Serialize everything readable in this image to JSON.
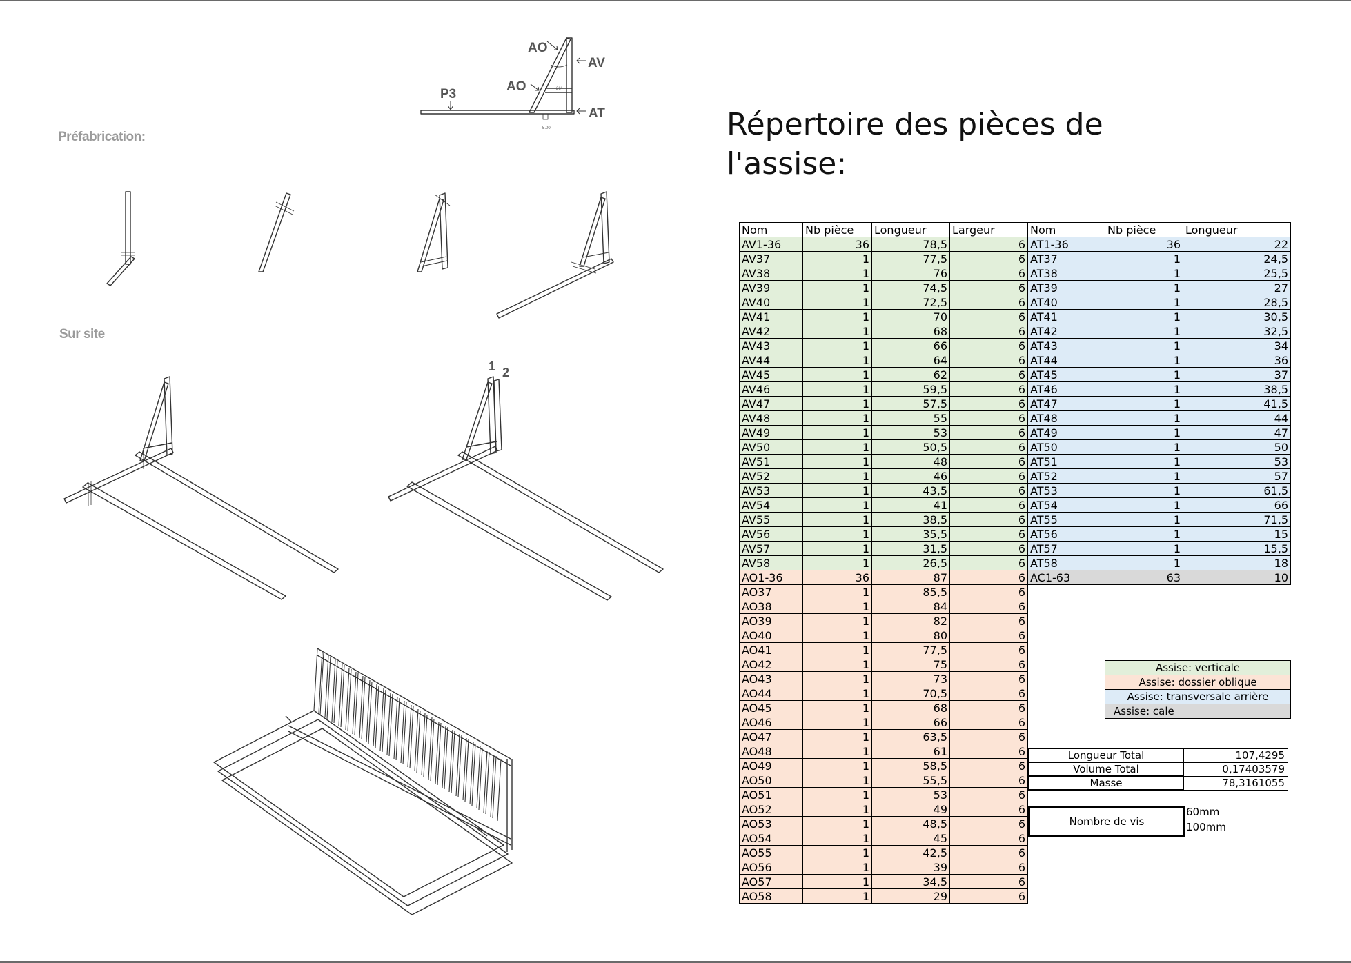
{
  "labels": {
    "prefab": "Préfabrication:",
    "onsite": "Sur site",
    "title_line1": "Répertoire des pièces de",
    "title_line2": "l'assise:"
  },
  "diagram_labels": {
    "ao_top": "AO",
    "av": "AV",
    "ao_mid": "AO",
    "p3": "P3",
    "at": "AT",
    "small_angle": "26°",
    "small_dim": "5.00",
    "num1": "1",
    "num2": "2"
  },
  "table": {
    "headers": [
      "Nom",
      "Nb pièce",
      "Longueur",
      "Largeur",
      "Nom",
      "Nb pièce",
      "Longueur"
    ],
    "left": [
      [
        "AV1-36",
        "36",
        "78,5",
        "6"
      ],
      [
        "AV37",
        "1",
        "77,5",
        "6"
      ],
      [
        "AV38",
        "1",
        "76",
        "6"
      ],
      [
        "AV39",
        "1",
        "74,5",
        "6"
      ],
      [
        "AV40",
        "1",
        "72,5",
        "6"
      ],
      [
        "AV41",
        "1",
        "70",
        "6"
      ],
      [
        "AV42",
        "1",
        "68",
        "6"
      ],
      [
        "AV43",
        "1",
        "66",
        "6"
      ],
      [
        "AV44",
        "1",
        "64",
        "6"
      ],
      [
        "AV45",
        "1",
        "62",
        "6"
      ],
      [
        "AV46",
        "1",
        "59,5",
        "6"
      ],
      [
        "AV47",
        "1",
        "57,5",
        "6"
      ],
      [
        "AV48",
        "1",
        "55",
        "6"
      ],
      [
        "AV49",
        "1",
        "53",
        "6"
      ],
      [
        "AV50",
        "1",
        "50,5",
        "6"
      ],
      [
        "AV51",
        "1",
        "48",
        "6"
      ],
      [
        "AV52",
        "1",
        "46",
        "6"
      ],
      [
        "AV53",
        "1",
        "43,5",
        "6"
      ],
      [
        "AV54",
        "1",
        "41",
        "6"
      ],
      [
        "AV55",
        "1",
        "38,5",
        "6"
      ],
      [
        "AV56",
        "1",
        "35,5",
        "6"
      ],
      [
        "AV57",
        "1",
        "31,5",
        "6"
      ],
      [
        "AV58",
        "1",
        "26,5",
        "6"
      ],
      [
        "AO1-36",
        "36",
        "87",
        "6"
      ],
      [
        "AO37",
        "1",
        "85,5",
        "6"
      ],
      [
        "AO38",
        "1",
        "84",
        "6"
      ],
      [
        "AO39",
        "1",
        "82",
        "6"
      ],
      [
        "AO40",
        "1",
        "80",
        "6"
      ],
      [
        "AO41",
        "1",
        "77,5",
        "6"
      ],
      [
        "AO42",
        "1",
        "75",
        "6"
      ],
      [
        "AO43",
        "1",
        "73",
        "6"
      ],
      [
        "AO44",
        "1",
        "70,5",
        "6"
      ],
      [
        "AO45",
        "1",
        "68",
        "6"
      ],
      [
        "AO46",
        "1",
        "66",
        "6"
      ],
      [
        "AO47",
        "1",
        "63,5",
        "6"
      ],
      [
        "AO48",
        "1",
        "61",
        "6"
      ],
      [
        "AO49",
        "1",
        "58,5",
        "6"
      ],
      [
        "AO50",
        "1",
        "55,5",
        "6"
      ],
      [
        "AO51",
        "1",
        "53",
        "6"
      ],
      [
        "AO52",
        "1",
        "49",
        "6"
      ],
      [
        "AO53",
        "1",
        "48,5",
        "6"
      ],
      [
        "AO54",
        "1",
        "45",
        "6"
      ],
      [
        "AO55",
        "1",
        "42,5",
        "6"
      ],
      [
        "AO56",
        "1",
        "39",
        "6"
      ],
      [
        "AO57",
        "1",
        "34,5",
        "6"
      ],
      [
        "AO58",
        "1",
        "29",
        "6"
      ]
    ],
    "right": [
      [
        "AT1-36",
        "36",
        "22"
      ],
      [
        "AT37",
        "1",
        "24,5"
      ],
      [
        "AT38",
        "1",
        "25,5"
      ],
      [
        "AT39",
        "1",
        "27"
      ],
      [
        "AT40",
        "1",
        "28,5"
      ],
      [
        "AT41",
        "1",
        "30,5"
      ],
      [
        "AT42",
        "1",
        "32,5"
      ],
      [
        "AT43",
        "1",
        "34"
      ],
      [
        "AT44",
        "1",
        "36"
      ],
      [
        "AT45",
        "1",
        "37"
      ],
      [
        "AT46",
        "1",
        "38,5"
      ],
      [
        "AT47",
        "1",
        "41,5"
      ],
      [
        "AT48",
        "1",
        "44"
      ],
      [
        "AT49",
        "1",
        "47"
      ],
      [
        "AT50",
        "1",
        "50"
      ],
      [
        "AT51",
        "1",
        "53"
      ],
      [
        "AT52",
        "1",
        "57"
      ],
      [
        "AT53",
        "1",
        "61,5"
      ],
      [
        "AT54",
        "1",
        "66"
      ],
      [
        "AT55",
        "1",
        "71,5"
      ],
      [
        "AT56",
        "1",
        "15"
      ],
      [
        "AT57",
        "1",
        "15,5"
      ],
      [
        "AT58",
        "1",
        "18"
      ],
      [
        "AC1-63",
        "63",
        "10"
      ]
    ]
  },
  "legend": [
    {
      "label": "Assise: verticale",
      "color": "#e2efda"
    },
    {
      "label": "Assise: dossier oblique",
      "color": "#fce4d6"
    },
    {
      "label": "Assise: transversale arrière",
      "color": "#ddebf7"
    },
    {
      "label": "Assise: cale",
      "color": "#d9d9d9"
    }
  ],
  "summary": [
    {
      "label": "Longueur Total",
      "value": "107,4295"
    },
    {
      "label": "Volume Total",
      "value": "0,17403579"
    },
    {
      "label": "Masse",
      "value": "78,3161055"
    }
  ],
  "screws": {
    "label": "Nombre de vis",
    "values": [
      "60mm",
      "100mm"
    ]
  }
}
